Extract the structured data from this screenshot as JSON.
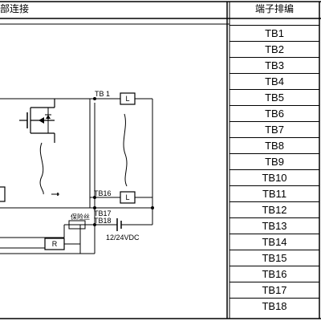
{
  "header": {
    "left_title": "部连接",
    "right_title": "端子排编"
  },
  "terminals": [
    "TB1",
    "TB2",
    "TB3",
    "TB4",
    "TB5",
    "TB6",
    "TB7",
    "TB8",
    "TB9",
    "TB10",
    "TB11",
    "TB12",
    "TB13",
    "TB14",
    "TB15",
    "TB16",
    "TB17",
    "TB18"
  ],
  "diagram": {
    "tb1_label": "TB 1",
    "tb16_label": "TB16",
    "tb17_label": "TB17",
    "tb18_label": "TB18",
    "load_top": "L",
    "load_bottom": "L",
    "resistor": "R",
    "fuse": "保险丝",
    "supply": "12/24VDC"
  }
}
